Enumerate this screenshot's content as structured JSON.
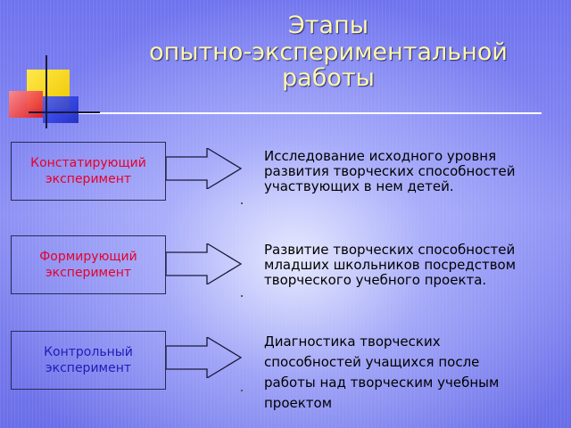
{
  "title": {
    "line1": "Этапы",
    "line2": "опытно-экспериментальной",
    "line3": "работы"
  },
  "stages": [
    {
      "name_line1": "Констатирующий",
      "name_line2": "эксперимент",
      "color": "#e8002a",
      "description": "Исследование исходного уровня развития творческих способностей участвующих в нем детей."
    },
    {
      "name_line1": "Формирующий",
      "name_line2": "эксперимент",
      "color": "#e8002a",
      "description": "Развитие творческих способностей младших школьников посредством творческого учебного проекта."
    },
    {
      "name_line1": "Контрольный",
      "name_line2": "эксперимент",
      "color": "#1d1db5",
      "description": "Диагностика творческих способностей учащихся после работы над творческим учебным проектом"
    }
  ],
  "colors": {
    "title": "#fff8a8",
    "background": "#7b7ff0",
    "deco_yellow": "#f5d000",
    "deco_red": "#e83030",
    "deco_blue": "#2a3ae0"
  }
}
